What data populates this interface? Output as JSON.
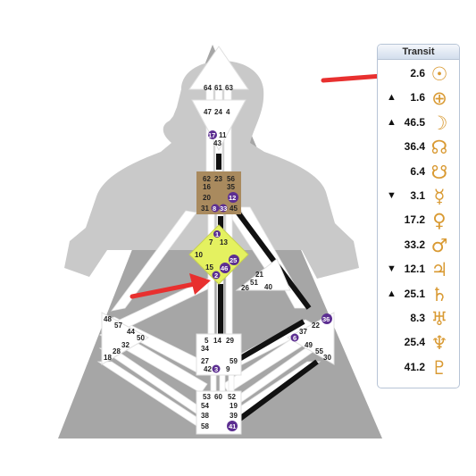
{
  "panel": {
    "title": "Transit",
    "rows": [
      {
        "arrow": "",
        "value": "2.6",
        "glyph": "☉",
        "icon": "sun-icon"
      },
      {
        "arrow": "▲",
        "value": "1.6",
        "glyph": "⊕",
        "icon": "earth-icon"
      },
      {
        "arrow": "▲",
        "value": "46.5",
        "glyph": "☽",
        "icon": "moon-icon"
      },
      {
        "arrow": "",
        "value": "36.4",
        "glyph": "☊",
        "icon": "north-node-icon"
      },
      {
        "arrow": "",
        "value": "6.4",
        "glyph": "☋",
        "icon": "south-node-icon"
      },
      {
        "arrow": "▼",
        "value": "3.1",
        "glyph": "☿",
        "icon": "mercury-icon"
      },
      {
        "arrow": "",
        "value": "17.2",
        "glyph": "♀",
        "icon": "venus-icon"
      },
      {
        "arrow": "",
        "value": "33.2",
        "glyph": "♂",
        "icon": "mars-icon"
      },
      {
        "arrow": "▼",
        "value": "12.1",
        "glyph": "♃",
        "icon": "jupiter-icon"
      },
      {
        "arrow": "▲",
        "value": "25.1",
        "glyph": "♄",
        "icon": "saturn-icon"
      },
      {
        "arrow": "",
        "value": "8.3",
        "glyph": "♅",
        "icon": "uranus-icon"
      },
      {
        "arrow": "",
        "value": "25.4",
        "glyph": "♆",
        "icon": "neptune-icon"
      },
      {
        "arrow": "",
        "value": "41.2",
        "glyph": "♇",
        "icon": "pluto-icon"
      }
    ]
  },
  "colors": {
    "background_triangle": "#a6a6a6",
    "body_silhouette": "#c9c9c9",
    "center_white": "#ffffff",
    "g_center": "#e4f160",
    "throat_center": "#a98a5e",
    "active_gate": "#5c2e91",
    "glyph_gold": "#d99a33",
    "annotation_red": "#e8302f",
    "defined_channel": "#111111"
  },
  "gates": {
    "head": [
      "64",
      "61",
      "63"
    ],
    "ajna_top": [
      "47",
      "24",
      "4"
    ],
    "ajna_mid": [
      "17",
      "11"
    ],
    "ajna_bottom": "43",
    "throat": [
      "62",
      "23",
      "56",
      "16",
      "35",
      "20",
      "12",
      "31",
      "8",
      "33",
      "45"
    ],
    "g": [
      "1",
      "7",
      "13",
      "10",
      "25",
      "15",
      "46",
      "2"
    ],
    "heart": [
      "21",
      "51",
      "26",
      "40"
    ],
    "spleen": [
      "48",
      "57",
      "44",
      "50",
      "32",
      "28",
      "18"
    ],
    "sacral": [
      "5",
      "14",
      "29",
      "34",
      "27",
      "59",
      "42",
      "3",
      "9"
    ],
    "solar_plexus": [
      "36",
      "22",
      "6",
      "37",
      "49",
      "55",
      "30"
    ],
    "root": [
      "53",
      "60",
      "52",
      "54",
      "19",
      "38",
      "39",
      "58",
      "41"
    ]
  },
  "active_gates": [
    "17",
    "12",
    "8",
    "33",
    "1",
    "25",
    "46",
    "2",
    "36",
    "6",
    "3",
    "41"
  ]
}
